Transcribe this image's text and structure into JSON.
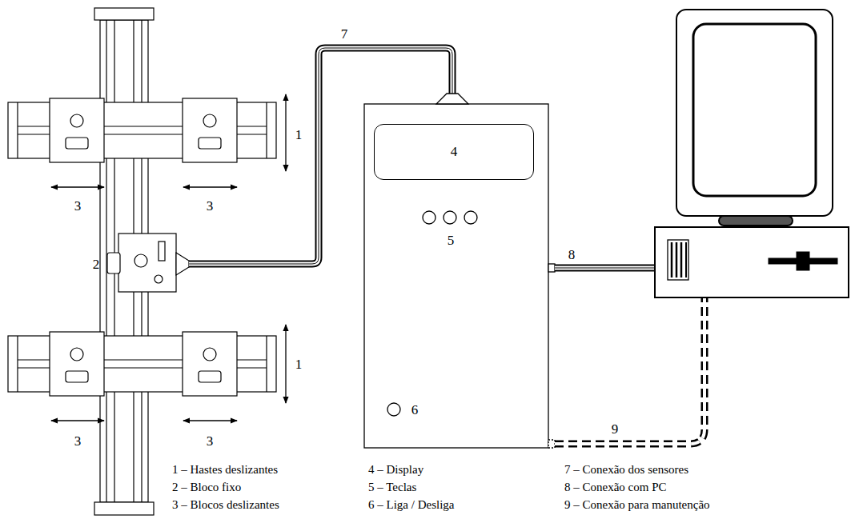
{
  "diagram": {
    "nodes": [
      {
        "text": [
          "4"
        ]
      }
    ],
    "labels": [
      "7",
      "1",
      "3",
      "3",
      "2",
      "5",
      "8",
      "6",
      "1",
      "3",
      "3",
      "9",
      "1 – Hastes deslizantes",
      "4 – Display",
      "7 – Conexão dos sensores",
      "2 – Bloco fixo",
      "5 – Teclas",
      "8 – Conexão com PC",
      "3 – Blocos deslizantes",
      "6 – Liga / Desliga",
      "9 – Conexão para manutenção"
    ]
  }
}
